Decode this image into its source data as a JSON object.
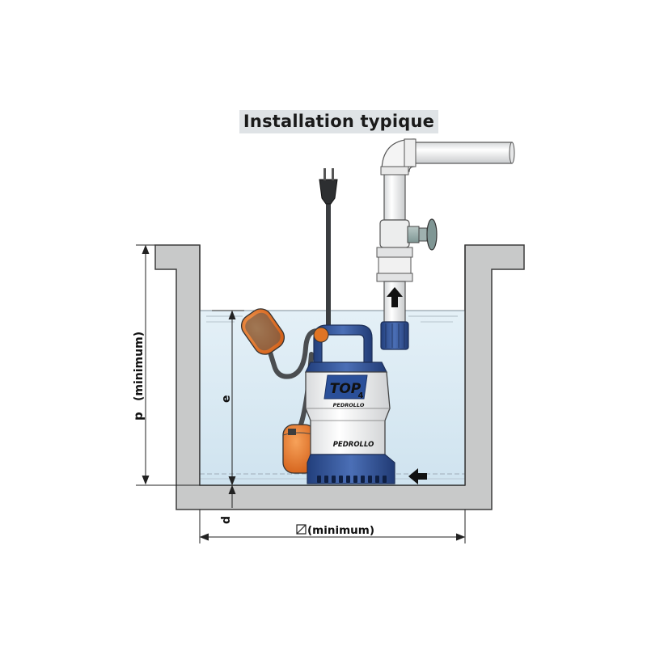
{
  "title": "Installation typique",
  "labels": {
    "p": "p",
    "p_note": "(minimum)",
    "e": "e",
    "d": "d",
    "width_note": "(minimum)"
  },
  "pump": {
    "model": "TOP",
    "model_number": "4",
    "brand_badge": "PEDROLLO",
    "brand_body": "PEDROLLO"
  },
  "colors": {
    "wall": "#c8c9c9",
    "wall_stroke": "#3c3c3c",
    "water": "#dcebf4",
    "pump_blue": "#2f4f93",
    "pump_body": "#f1f2f3",
    "float_orange": "#e87a2a",
    "pipe": "#f3f3f3",
    "valve_green": "#8ca3a0",
    "fitting_blue": "#33568d",
    "title_bg": "#dfe3e6"
  }
}
